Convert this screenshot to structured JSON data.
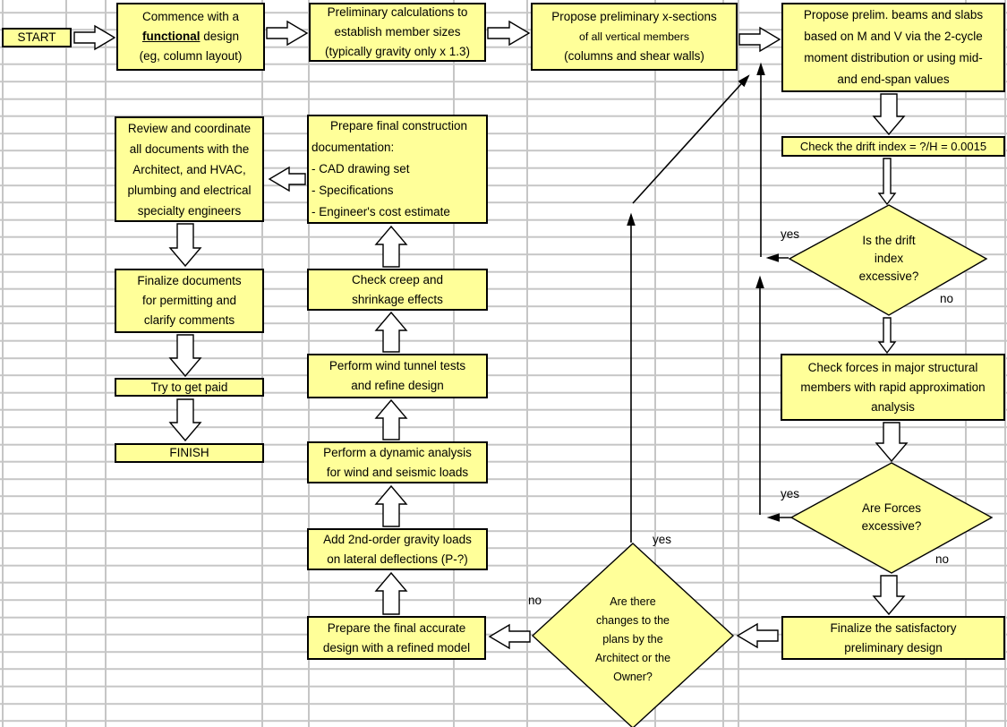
{
  "flowchart": {
    "colors": {
      "node_fill": "#ffff99",
      "node_border": "#000000",
      "grid_line": "#c6c6c6"
    },
    "nodes": {
      "start": {
        "label": "START"
      },
      "commence": {
        "l1": "Commence with a",
        "l2a": "functional",
        "l2b": " design",
        "l3": "(eg, column layout)"
      },
      "prelim_calc": {
        "lines": [
          "Preliminary calculations to",
          "establish member sizes",
          "(typically gravity only x 1.3)"
        ]
      },
      "xsections": {
        "lines": [
          "Propose preliminary x-sections",
          "of all vertical members",
          "(columns and shear walls)"
        ]
      },
      "beams": {
        "lines": [
          "Propose prelim. beams and slabs",
          "based on M and V via the 2-cycle",
          "moment distribution or using mid-",
          "and end-span values"
        ]
      },
      "drift_check": {
        "label": "Check the drift index = ?/H = 0.0015"
      },
      "drift_decision": {
        "lines": [
          "Is the drift",
          "index",
          "excessive?"
        ],
        "yes": "yes",
        "no": "no"
      },
      "forces_check": {
        "lines": [
          "Check forces in major structural",
          "members with rapid approximation",
          "analysis"
        ]
      },
      "forces_decision": {
        "lines": [
          "Are Forces",
          "excessive?"
        ],
        "yes": "yes",
        "no": "no"
      },
      "finalize_prelim": {
        "lines": [
          "Finalize the satisfactory",
          "preliminary design"
        ]
      },
      "changes_decision": {
        "lines": [
          "Are there",
          "changes to the",
          "plans by the",
          "Architect or the",
          "Owner?"
        ],
        "yes": "yes",
        "no": "no"
      },
      "prepare_final": {
        "lines": [
          "Prepare the final accurate",
          "design with a refined model"
        ]
      },
      "add_2nd_order": {
        "lines": [
          "Add 2nd-order gravity loads",
          "on lateral deflections (P-?)"
        ]
      },
      "dynamic_analysis": {
        "lines": [
          "Perform a dynamic analysis",
          "for wind and seismic loads"
        ]
      },
      "wind_tunnel": {
        "lines": [
          "Perform wind tunnel tests",
          "and refine design"
        ]
      },
      "creep": {
        "lines": [
          "Check creep and",
          "shrinkage effects"
        ]
      },
      "construction_docs": {
        "lines": [
          "Prepare final construction",
          "documentation:",
          "- CAD drawing set",
          "- Specifications",
          "- Engineer's cost estimate"
        ]
      },
      "review": {
        "lines": [
          "Review and coordinate",
          "all documents with the",
          "Architect, and HVAC,",
          "plumbing and electrical",
          "specialty engineers"
        ]
      },
      "finalize_docs": {
        "lines": [
          "Finalize documents",
          "for permitting and",
          "clarify comments"
        ]
      },
      "get_paid": {
        "label": "Try to get paid"
      },
      "finish": {
        "label": "FINISH"
      }
    }
  }
}
